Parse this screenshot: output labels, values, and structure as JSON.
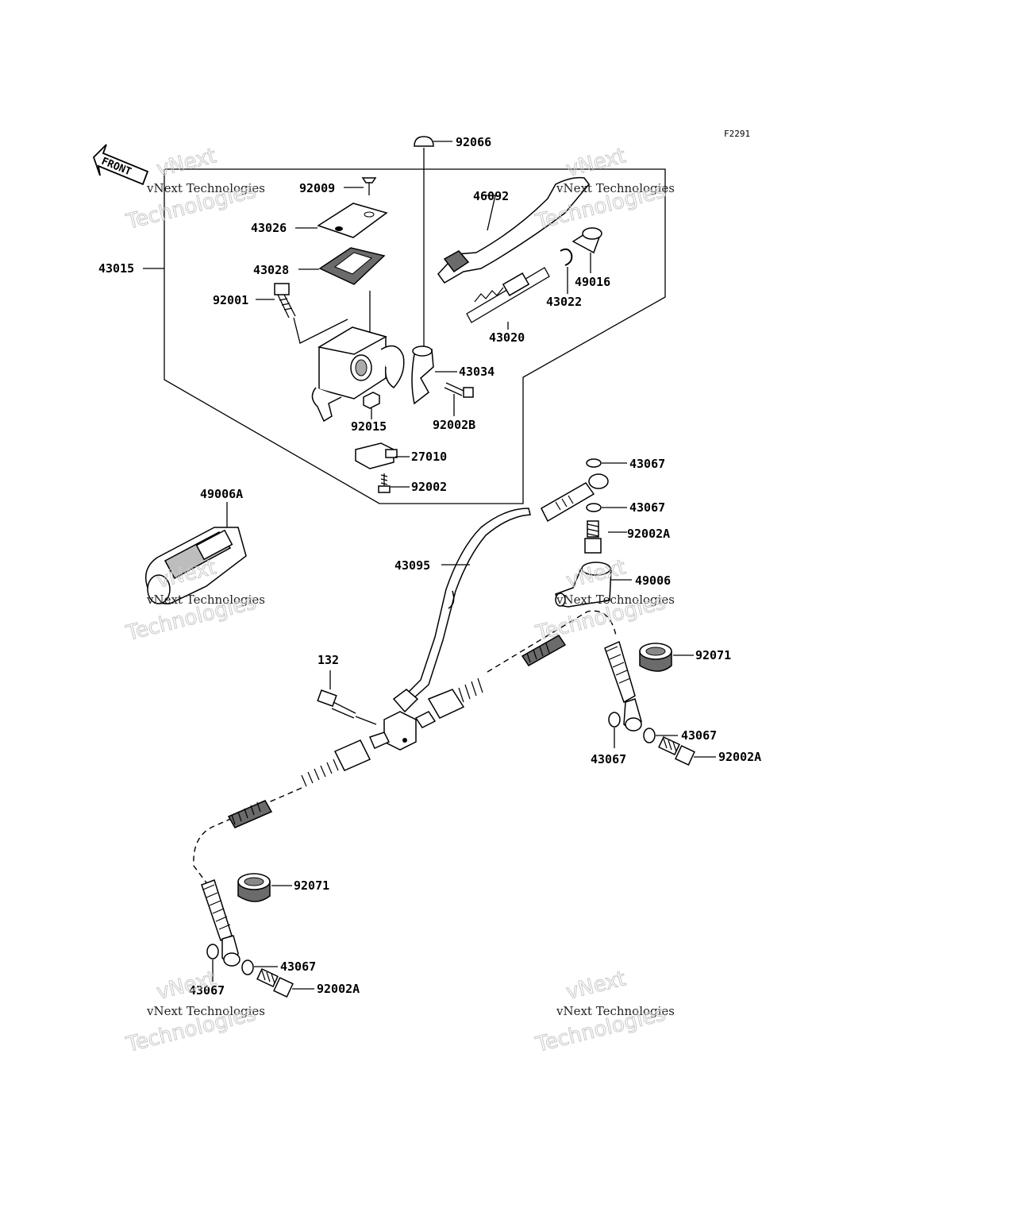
{
  "diagram_code": "F2291",
  "front_label": "FRONT",
  "watermark": {
    "line1": "vNext Technologies",
    "line2": "vNext",
    "line3": "Technologies"
  },
  "labels": {
    "p92066": "92066",
    "p92009": "92009",
    "p46092": "46092",
    "p43026": "43026",
    "p43015": "43015",
    "p43028": "43028",
    "p49016": "49016",
    "p92001": "92001",
    "p43022": "43022",
    "p43020": "43020",
    "p43034": "43034",
    "p92015": "92015",
    "p92002B": "92002B",
    "p27010": "27010",
    "p92002": "92002",
    "p43067a": "43067",
    "p43067b": "43067",
    "p49006A": "49006A",
    "p92002Aa": "92002A",
    "p43095": "43095",
    "p49006": "49006",
    "p92071a": "92071",
    "p132": "132",
    "p43067c": "43067",
    "p43067d": "43067",
    "p92002Ab": "92002A",
    "p92071b": "92071",
    "p43067e": "43067",
    "p43067f": "43067",
    "p92002Ac": "92002A"
  }
}
